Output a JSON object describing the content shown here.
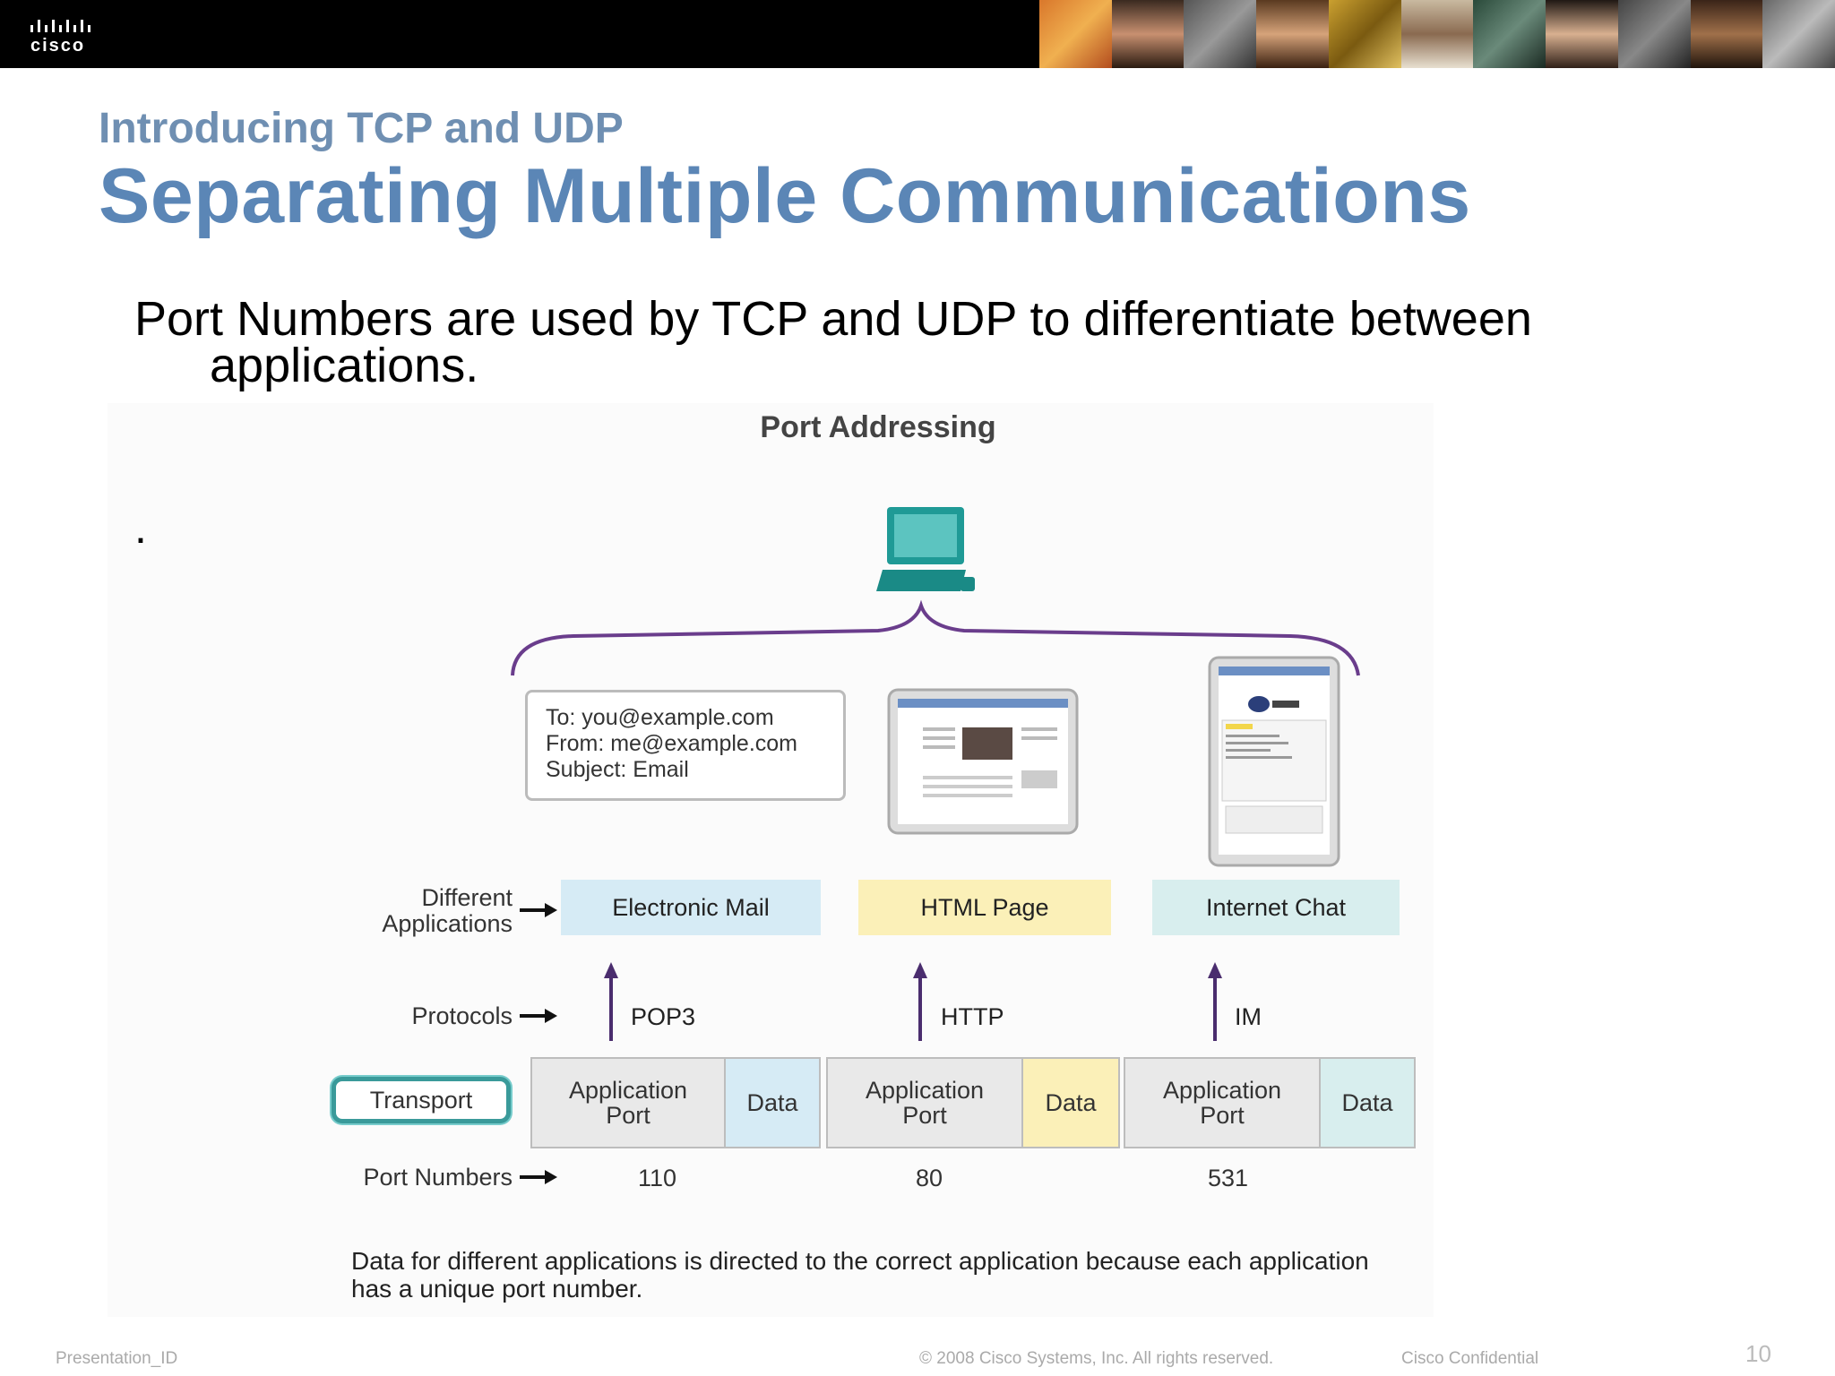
{
  "header": {
    "logo_text": "cisco"
  },
  "slide": {
    "subtitle": "Introducing TCP and UDP",
    "title": "Separating Multiple Communications",
    "body_line1": "Port Numbers are used by TCP and UDP to differentiate between",
    "body_line2": "applications.",
    "bullet": "."
  },
  "diagram": {
    "title": "Port Addressing",
    "email": {
      "to": "To: you@example.com",
      "from": "From: me@example.com",
      "subject": "Subject: Email"
    },
    "row_labels": {
      "applications_line1": "Different",
      "applications_line2": "Applications",
      "protocols": "Protocols",
      "transport": "Transport",
      "port_numbers": "Port Numbers"
    },
    "columns": [
      {
        "application": "Electronic Mail",
        "protocol": "POP3",
        "port_label_1": "Application",
        "port_label_2": "Port",
        "data_label": "Data",
        "port_number": "110",
        "app_color": "#d6ebf5",
        "data_color": "#d6ebf5"
      },
      {
        "application": "HTML Page",
        "protocol": "HTTP",
        "port_label_1": "Application",
        "port_label_2": "Port",
        "data_label": "Data",
        "port_number": "80",
        "app_color": "#fbf0b8",
        "data_color": "#fbf0b8"
      },
      {
        "application": "Internet Chat",
        "protocol": "IM",
        "port_label_1": "Application",
        "port_label_2": "Port",
        "data_label": "Data",
        "port_number": "531",
        "app_color": "#d8eeee",
        "data_color": "#d8eeee"
      }
    ],
    "caption_line1": "Data for different applications is directed to the correct application because each application",
    "caption_line2": "has a unique port number."
  },
  "footer": {
    "presentation_id": "Presentation_ID",
    "copyright": "© 2008 Cisco Systems, Inc. All rights reserved.",
    "confidential": "Cisco Confidential",
    "page_number": "10"
  },
  "colors": {
    "title_blue": "#5b86b6",
    "brace_purple": "#6a3d8c",
    "computer_teal": "#1f9a96"
  }
}
